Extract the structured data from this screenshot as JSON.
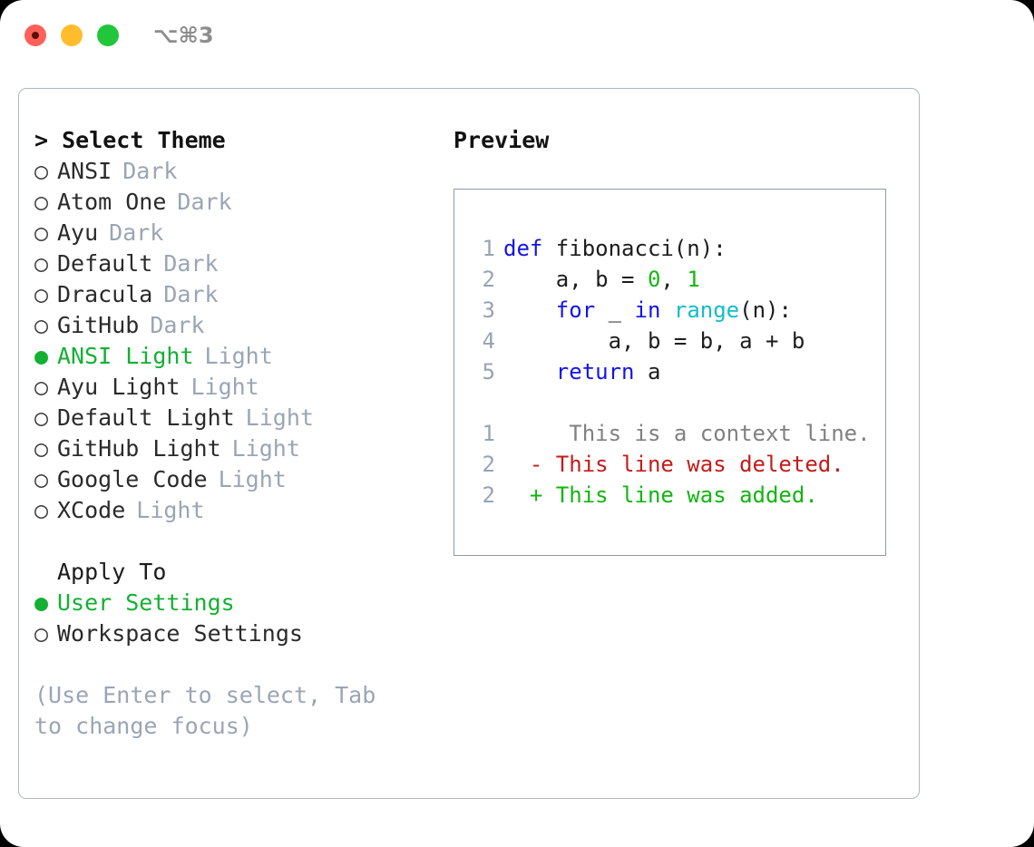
{
  "window": {
    "shortcut_label": "⌥⌘3",
    "traffic_lights": [
      {
        "name": "close-button",
        "color": "#ff6159"
      },
      {
        "name": "minimize-button",
        "color": "#ffbd2e"
      },
      {
        "name": "maximize-button",
        "color": "#21c63b"
      }
    ]
  },
  "theme_picker": {
    "heading": "> Select Theme",
    "radio_off": "○",
    "radio_on": "●",
    "selected_index": 6,
    "items": [
      {
        "name": "ANSI",
        "kind": "Dark",
        "selected": false
      },
      {
        "name": "Atom One",
        "kind": "Dark",
        "selected": false
      },
      {
        "name": "Ayu",
        "kind": "Dark",
        "selected": false
      },
      {
        "name": "Default",
        "kind": "Dark",
        "selected": false
      },
      {
        "name": "Dracula",
        "kind": "Dark",
        "selected": false
      },
      {
        "name": "GitHub",
        "kind": "Dark",
        "selected": false
      },
      {
        "name": "ANSI Light",
        "kind": "Light",
        "selected": true
      },
      {
        "name": "Ayu Light",
        "kind": "Light",
        "selected": false
      },
      {
        "name": "Default Light",
        "kind": "Light",
        "selected": false
      },
      {
        "name": "GitHub Light",
        "kind": "Light",
        "selected": false
      },
      {
        "name": "Google Code",
        "kind": "Light",
        "selected": false
      },
      {
        "name": "XCode",
        "kind": "Light",
        "selected": false
      }
    ]
  },
  "apply_to": {
    "heading": "Apply To",
    "options": [
      {
        "label": "User Settings",
        "selected": true
      },
      {
        "label": "Workspace Settings",
        "selected": false
      }
    ]
  },
  "hint": "(Use Enter to select, Tab to change focus)",
  "preview": {
    "heading": "Preview",
    "code_lines": [
      {
        "no": "1",
        "tokens": [
          {
            "t": "def",
            "c": "kw"
          },
          {
            "t": " fibonacci(n):",
            "c": "plain"
          }
        ]
      },
      {
        "no": "2",
        "tokens": [
          {
            "t": "    a, b = ",
            "c": "plain"
          },
          {
            "t": "0",
            "c": "num"
          },
          {
            "t": ", ",
            "c": "plain"
          },
          {
            "t": "1",
            "c": "num"
          }
        ]
      },
      {
        "no": "3",
        "tokens": [
          {
            "t": "    ",
            "c": "plain"
          },
          {
            "t": "for",
            "c": "kw"
          },
          {
            "t": " _ ",
            "c": "plain"
          },
          {
            "t": "in",
            "c": "kw"
          },
          {
            "t": " ",
            "c": "plain"
          },
          {
            "t": "range",
            "c": "fn"
          },
          {
            "t": "(n):",
            "c": "plain"
          }
        ]
      },
      {
        "no": "4",
        "tokens": [
          {
            "t": "        a, b = b, a + b",
            "c": "plain"
          }
        ]
      },
      {
        "no": "5",
        "tokens": [
          {
            "t": "    ",
            "c": "plain"
          },
          {
            "t": "return",
            "c": "kw"
          },
          {
            "t": " a",
            "c": "plain"
          }
        ]
      }
    ],
    "diff_lines": [
      {
        "no": "1",
        "marker": " ",
        "text": "  This is a context line.",
        "kind": "ctx"
      },
      {
        "no": "2",
        "marker": "-",
        "text": " This line was deleted.",
        "kind": "del"
      },
      {
        "no": "2",
        "marker": "+",
        "text": " This line was added.",
        "kind": "add"
      }
    ]
  },
  "colors": {
    "accent_green": "#14b033",
    "muted_gray": "#9aa5b5",
    "keyword_blue": "#1414ea",
    "function_cyan": "#14bcc8",
    "number_green": "#14b814",
    "diff_delete_red": "#c41b1b",
    "diff_add_green": "#12b512",
    "panel_border": "#aeb8c6",
    "preview_border": "#8d9aab",
    "lineno_gray": "#97a3b4"
  }
}
